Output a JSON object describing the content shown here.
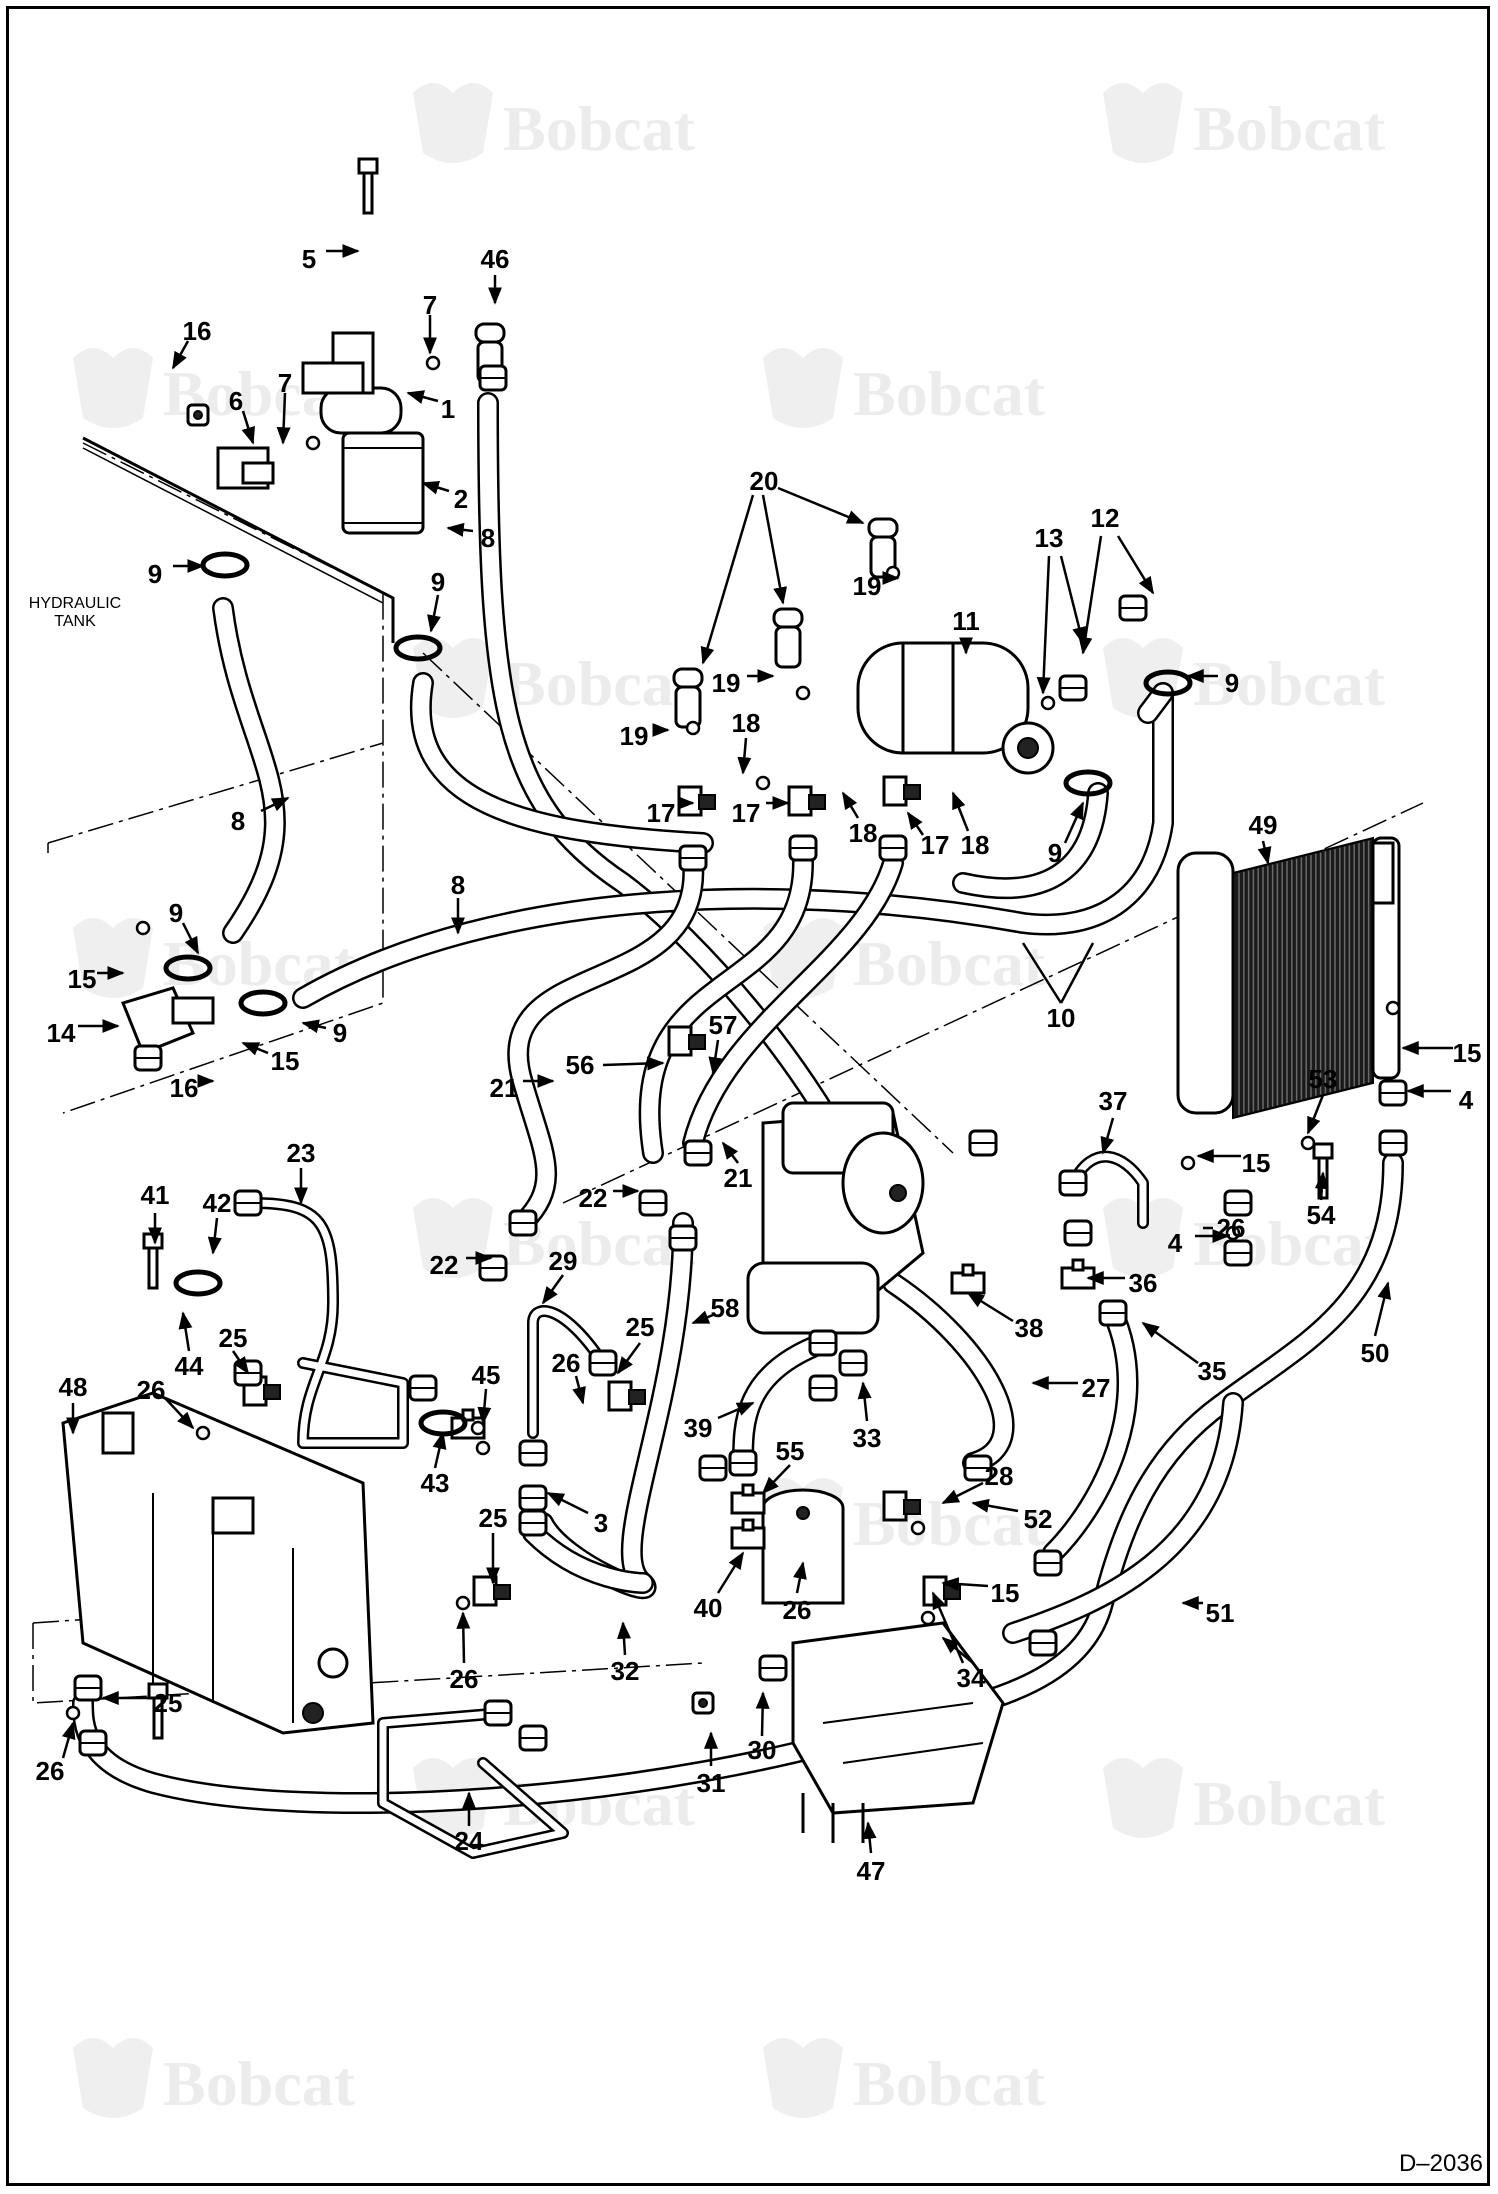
{
  "watermark": "Bobcat",
  "tank_label": [
    "HYDRAULIC",
    "TANK"
  ],
  "drawing_number": "D–2036",
  "callouts": [
    "1",
    "2",
    "3",
    "4",
    "5",
    "6",
    "7",
    "8",
    "9",
    "10",
    "11",
    "12",
    "13",
    "14",
    "15",
    "16",
    "17",
    "18",
    "19",
    "20",
    "21",
    "22",
    "23",
    "24",
    "25",
    "26",
    "27",
    "28",
    "29",
    "30",
    "31",
    "32",
    "33",
    "34",
    "35",
    "36",
    "37",
    "38",
    "39",
    "40",
    "41",
    "42",
    "43",
    "44",
    "45",
    "46",
    "47",
    "48",
    "49",
    "50",
    "51",
    "52",
    "53",
    "54",
    "55",
    "56",
    "57",
    "58"
  ]
}
